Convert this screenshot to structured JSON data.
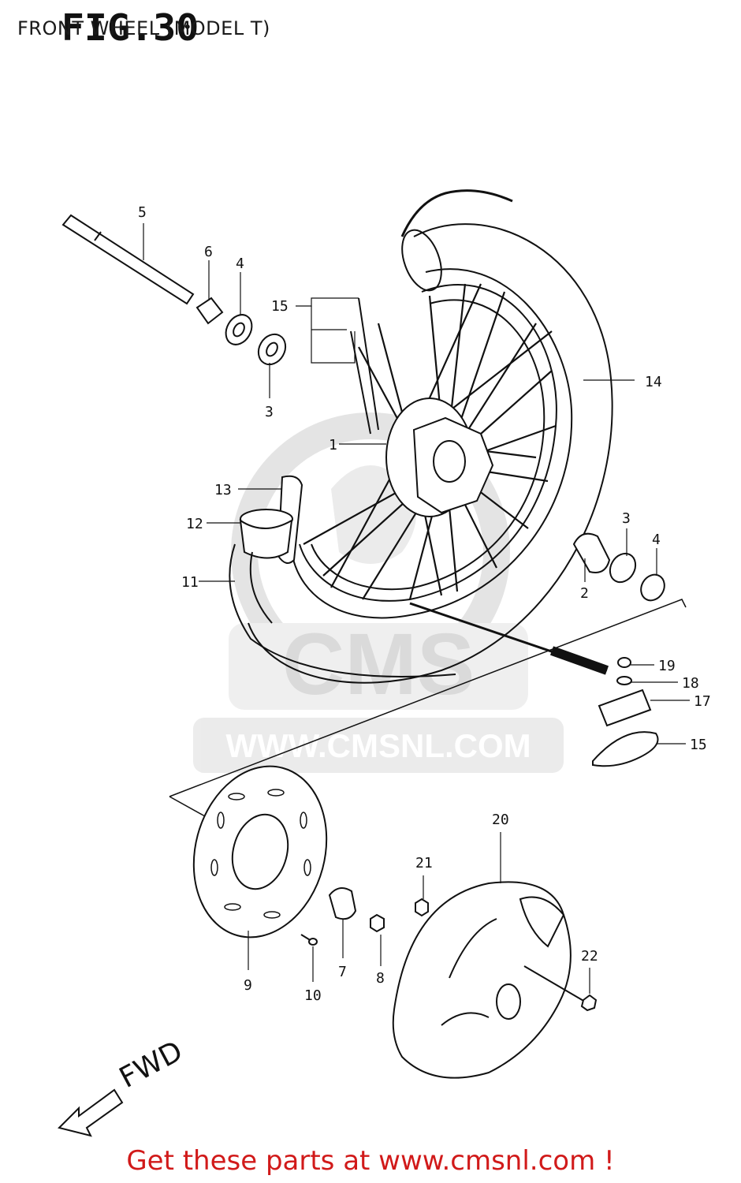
{
  "header": {
    "figure_number": "FIG.30",
    "title": "FRONT WHEEL (MODEL T)"
  },
  "watermark": {
    "brand": "CMS",
    "url": "WWW.CMSNL.COM"
  },
  "direction": {
    "label": "FWD"
  },
  "callouts": [
    "5",
    "6",
    "4",
    "15",
    "3",
    "14",
    "1",
    "13",
    "12",
    "11",
    "3",
    "4",
    "2",
    "19",
    "18",
    "17",
    "15",
    "20",
    "21",
    "22",
    "9",
    "10",
    "7",
    "8"
  ],
  "footer": {
    "text": "Get these parts at www.cmsnl.com !"
  },
  "colors": {
    "ink": "#111111",
    "footer": "#d11a1a",
    "watermark": "#d9d9d9"
  }
}
